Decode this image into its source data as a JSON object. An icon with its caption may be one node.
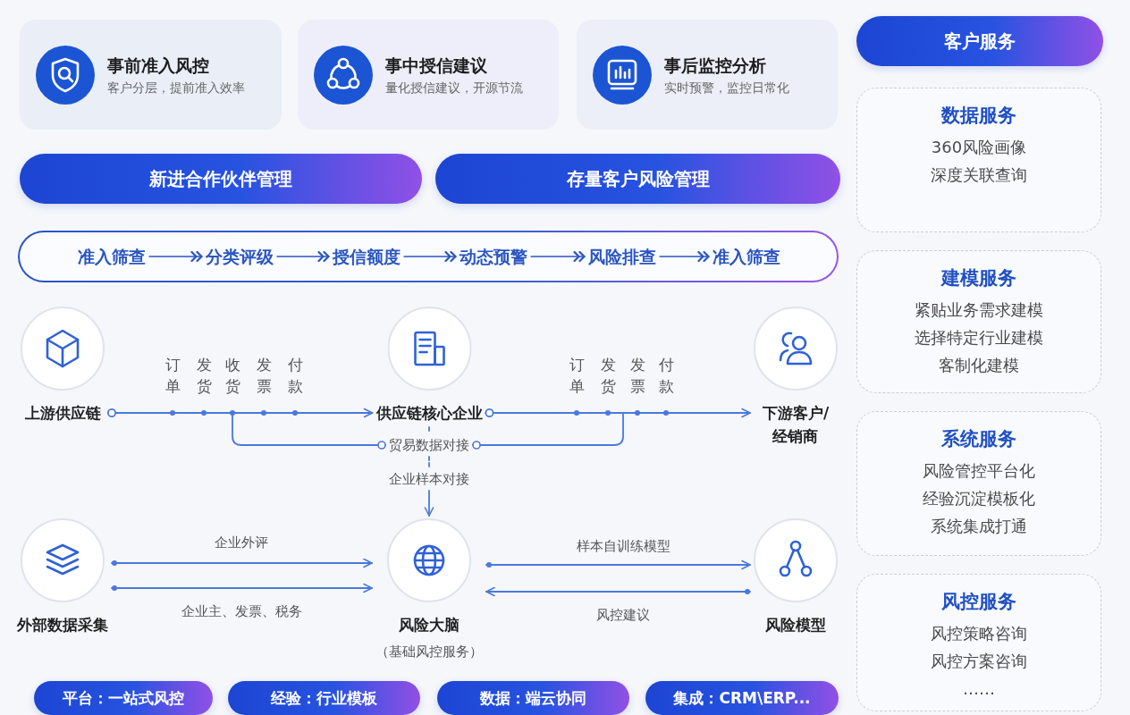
{
  "diagram": {
    "nodes": [
      {
        "text": [
          "事前准入风控",
          "客户分层，提前准入效率"
        ]
      },
      {
        "text": [
          "事中授信建议",
          "量化授信建议，开源节流"
        ]
      },
      {
        "text": [
          "事后监控分析",
          "实时预警，监控日常化"
        ]
      },
      {
        "text": [
          "新进合作伙伴管理"
        ]
      },
      {
        "text": [
          "存量客户风险管理"
        ]
      },
      {
        "text": [],
        "shape": "box"
      },
      {
        "text": [
          "准入筛查"
        ],
        "in": 5
      },
      {
        "text": [
          "分类评级"
        ],
        "in": 5
      },
      {
        "text": [
          "授信额度"
        ],
        "in": 5
      },
      {
        "text": [
          "动态预警"
        ],
        "in": 5
      },
      {
        "text": [
          "风险排查"
        ],
        "in": 5
      },
      {
        "text": [
          "准入筛查"
        ],
        "in": 5
      },
      {
        "text": [
          "上游供应链"
        ]
      },
      {
        "text": [
          "供应链核心企业"
        ]
      },
      {
        "text": [
          "下游客户/经销商"
        ]
      },
      {
        "text": [
          "贸易数据对接"
        ]
      },
      {
        "text": [
          "企业样本对接"
        ]
      },
      {
        "text": [
          "外部数据采集"
        ]
      },
      {
        "text": [
          "风险大脑",
          "（基础风控服务）"
        ]
      },
      {
        "text": [
          "风险模型"
        ]
      },
      {
        "text": [
          "平台：一站式风控"
        ]
      },
      {
        "text": [
          "经验：行业模板"
        ]
      },
      {
        "text": [
          "数据：端云协同"
        ]
      },
      {
        "text": [
          "集成：CRM\\ERP..."
        ]
      },
      {
        "text": [
          "客户服务"
        ]
      },
      {
        "text": [
          "数据服务",
          "360风险画像",
          "深度关联查询"
        ]
      },
      {
        "text": [
          "建模服务",
          "紧贴业务需求建模",
          "选择特定行业建模",
          "客制化建模"
        ]
      },
      {
        "text": [
          "系统服务",
          "风险管控平台化",
          "经验沉淀模板化",
          "系统集成打通"
        ]
      },
      {
        "text": [
          "风控服务",
          "风控策略咨询",
          "风控方案咨询",
          "……"
        ]
      }
    ],
    "edges": [
      {
        "from": 6,
        "to": 7,
        "arrow": "to",
        "color": "#2a55c0"
      },
      {
        "from": 7,
        "to": 8,
        "arrow": "to",
        "color": "#2a55c0"
      },
      {
        "from": 8,
        "to": 9,
        "arrow": "to",
        "color": "#2a55c0"
      },
      {
        "from": 9,
        "to": 10,
        "arrow": "to",
        "color": "#2a55c0"
      },
      {
        "from": 10,
        "to": 11,
        "arrow": "to",
        "color": "#2a55c0"
      },
      {
        "from": 12,
        "to": 13,
        "arrow": "to"
      },
      {
        "from": 12,
        "to": 15,
        "arrow": "other"
      },
      {
        "from": 13,
        "to": 14,
        "arrow": "to"
      },
      {
        "from": 13,
        "to": 15,
        "arrow": "other"
      },
      {
        "from": 13,
        "to": 15,
        "arrow": "none",
        "style": "dashed"
      },
      {
        "from": 15,
        "to": 16,
        "arrow": "none",
        "style": "dashed"
      },
      {
        "from": 16,
        "to": 18,
        "arrow": "to"
      },
      {
        "from": 17,
        "to": 18,
        "arrow": "to",
        "label": "企业外评"
      },
      {
        "from": 17,
        "to": 18,
        "arrow": "to",
        "label": "企业主、发票、税务"
      },
      {
        "from": 18,
        "to": 19,
        "arrow": "to",
        "label": "样本自训练模型"
      },
      {
        "from": 19,
        "to": 18,
        "arrow": "to",
        "label": "风控建议"
      }
    ],
    "labels": [
      "订单",
      "发货",
      "收货",
      "发票",
      "付款",
      "订单",
      "发货",
      "发票",
      "付款"
    ]
  }
}
